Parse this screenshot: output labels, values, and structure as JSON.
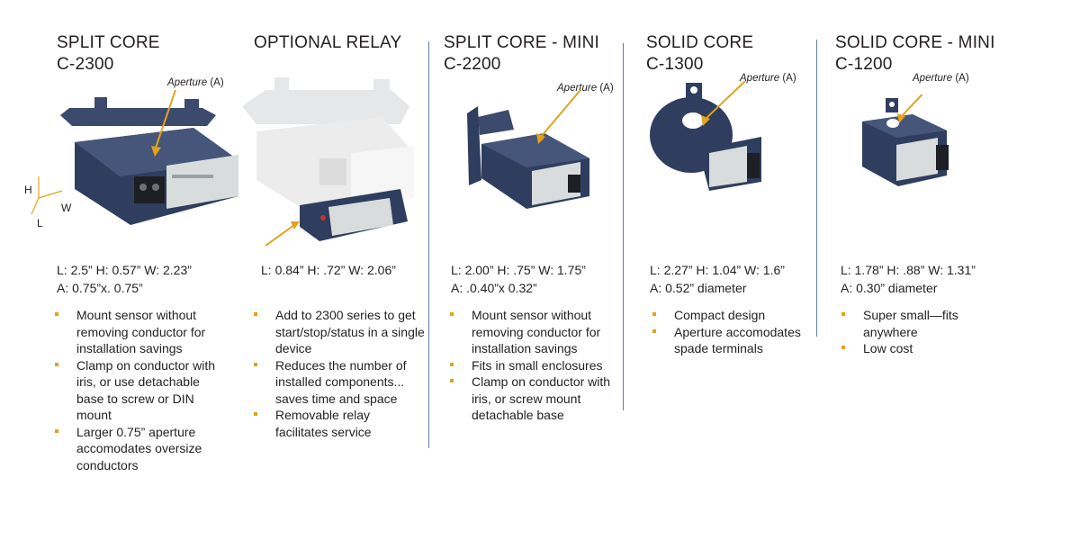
{
  "colors": {
    "accent": "#e3a21a",
    "divider": "#5b7fa8",
    "device": "#2f3d5e",
    "label": "#d9dcdd"
  },
  "products": [
    {
      "title": "SPLIT CORE",
      "model": "C-2300",
      "aperture_word": "Aperture",
      "aperture_code": "(A)",
      "spec1": "L: 2.5” H: 0.57” W: 2.23”",
      "spec2": "A: 0.75”x. 0.75”",
      "bullets": [
        "Mount sensor without removing conductor for installation savings",
        "Clamp on conductor with iris, or use detachable base to screw or DIN mount",
        "Larger 0.75” aperture accomodates oversize conductors"
      ],
      "axes": {
        "h": "H",
        "w": "W",
        "l": "L"
      }
    },
    {
      "title": "OPTIONAL RELAY",
      "spec1": "L: 0.84” H: .72” W: 2.06”",
      "bullets": [
        "Add to 2300 series to get start/stop/status in a single device",
        "Reduces the number of installed components... saves time and space",
        "Removable relay facilitates service"
      ]
    },
    {
      "title": "SPLIT CORE - MINI",
      "model": "C-2200",
      "aperture_word": "Aperture",
      "aperture_code": "(A)",
      "spec1": "L: 2.00” H: .75” W: 1.75”",
      "spec2": "A: .0.40”x 0.32”",
      "bullets": [
        "Mount sensor without removing conductor for installation savings",
        "Fits in small enclosures",
        "Clamp on conductor with iris, or screw mount detachable base"
      ]
    },
    {
      "title": "SOLID CORE",
      "model": "C-1300",
      "aperture_word": "Aperture",
      "aperture_code": "(A)",
      "spec1": "L: 2.27” H: 1.04” W: 1.6”",
      "spec2": "A: 0.52” diameter",
      "bullets": [
        "Compact design",
        "Aperture accomodates spade terminals"
      ]
    },
    {
      "title": "SOLID CORE - MINI",
      "model": "C-1200",
      "aperture_word": "Aperture",
      "aperture_code": "(A)",
      "spec1": "L: 1.78” H: .88” W: 1.31”",
      "spec2": "A: 0.30” diameter",
      "bullets": [
        "Super small—fits anywhere",
        "Low cost"
      ]
    }
  ]
}
